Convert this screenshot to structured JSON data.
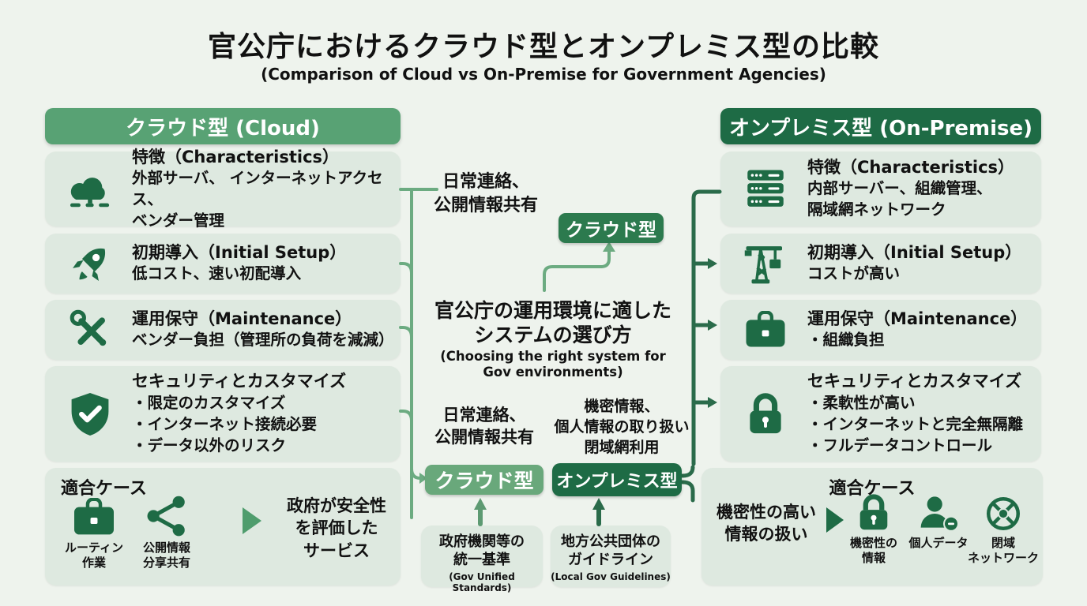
{
  "title": {
    "main": "官公庁におけるクラウド型とオンプレミス型の比較",
    "sub": "(Comparison of Cloud vs On-Premise for Government Agencies)"
  },
  "colors": {
    "background": "#eef3ed",
    "panel": "#dee9e0",
    "cloud_header_green": "#58a274",
    "onprem_header_green": "#1e6b45",
    "badge_dark_green": "#2c7a4e",
    "badge_light_green": "#69a87b",
    "connector_light": "#6cab81",
    "connector_dark": "#2a6b4a",
    "icon_green": "#1e6b45",
    "text": "#111111"
  },
  "cloud": {
    "header": "クラウド型 (Cloud)",
    "boxes": [
      {
        "icon": "cloud-icon",
        "title": "特徴（Characteristics）",
        "body": "外部サーバ、 インターネットアクセス、\nベンダー管理"
      },
      {
        "icon": "rocket-icon",
        "title": "初期導入（Initial Setup）",
        "body": "低コスト、速い初配導入"
      },
      {
        "icon": "tools-icon",
        "title": "運用保守（Maintenance）",
        "body": "ベンダー負担（管理所の負荷を減減）"
      },
      {
        "icon": "shield-check-icon",
        "title": "セキュリティとカスタマイズ",
        "bullets": [
          "・限定のカスタマイズ",
          "・インターネット接続必要",
          "・データ以外のリスク"
        ]
      }
    ],
    "fit": {
      "title": "適合ケース",
      "items": [
        {
          "icon": "briefcase-icon",
          "label": "ルーティン\n作業"
        },
        {
          "icon": "share-icon",
          "label": "公開情報\n分享共有"
        }
      ],
      "result": "政府が安全性\nを評価した\nサービス"
    }
  },
  "onprem": {
    "header": "オンプレミス型 (On-Premise)",
    "boxes": [
      {
        "icon": "server-icon",
        "title": "特徴（Characteristics）",
        "body": "内部サーバー、組織管理、\n隔域網ネットワーク"
      },
      {
        "icon": "crane-icon",
        "title": "初期導入（Initial Setup）",
        "body": "コストが高い"
      },
      {
        "icon": "briefcase-icon",
        "title": "運用保守（Maintenance）",
        "body": "・組織負担"
      },
      {
        "icon": "lock-icon",
        "title": "セキュリティとカスタマイズ",
        "bullets": [
          "・柔軟性が高い",
          "・インターネットと完全無隔離",
          "・フルデータコントロール"
        ]
      }
    ],
    "fit": {
      "title": "適合ケース",
      "lead": "機密性の高い\n情報の扱い",
      "items": [
        {
          "icon": "lock-icon",
          "label": "機密性の\n情報"
        },
        {
          "icon": "person-icon",
          "label": "個人データ"
        },
        {
          "icon": "network-icon",
          "label": "閉域\nネットワーク"
        }
      ]
    }
  },
  "center": {
    "top_label": "日常連絡、\n公開情報共有",
    "top_badge": "クラウド型",
    "title": "官公庁の運用環境に適した\nシステムの選び方",
    "subtitle": "(Choosing the right system for\nGov environments)",
    "flow_left_label": "日常連絡、\n公開情報共有",
    "flow_right_label": "機密情報、\n個人情報の取り扱い\n閉域網利用",
    "badge_cloud": "クラウド型",
    "badge_onprem": "オンプレミス型",
    "source_left": {
      "jp": "政府機関等の\n統一基準",
      "en": "(Gov Unified Standards)"
    },
    "source_right": {
      "jp": "地方公共団体の\nガイドライン",
      "en": "(Local Gov Guidelines)"
    }
  }
}
